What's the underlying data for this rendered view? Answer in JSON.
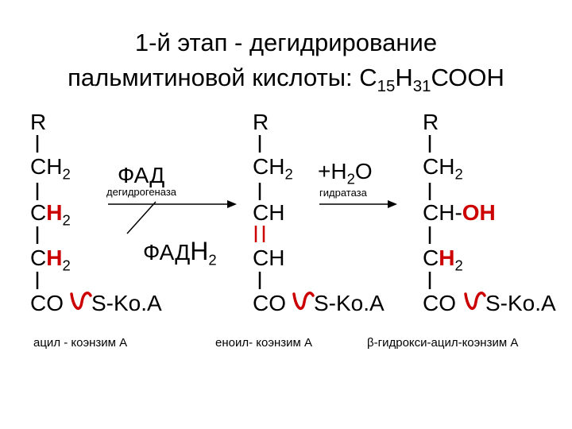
{
  "title": {
    "line1": "1-й этап   -   дегидрирование",
    "line2_text": "пальмитиновой кислоты:  С",
    "line2_sub1": "15",
    "line2_mid": "Н",
    "line2_sub2": "31",
    "line2_end": "СООН"
  },
  "col1": {
    "r": "R",
    "ch2_a_main": "CH",
    "ch2_a_sub": "2",
    "ch2_b_c": "C",
    "ch2_b_h": "H",
    "ch2_b_sub": "2",
    "ch2_c_c": "C",
    "ch2_c_h": "H",
    "ch2_c_sub": "2",
    "co": "CO",
    "s_koa": "S-Ko.A",
    "caption": "ацил - коэнзим А"
  },
  "step1": {
    "fad": "ФАД",
    "enzyme": "дегидрогеназа",
    "fadh2_text": "ФАД",
    "fadh2_h": "Н",
    "fadh2_sub": "2"
  },
  "col2": {
    "r": "R",
    "ch2_main": "CH",
    "ch2_sub": "2",
    "ch_a": "CH",
    "ch_b": "CH",
    "co": "CO",
    "s_koa": "S-Ko.A",
    "caption": "еноил- коэнзим А"
  },
  "step2": {
    "water_plus": "+H",
    "water_sub": "2",
    "water_o": "O",
    "enzyme": "гидратаза"
  },
  "col3": {
    "r": "R",
    "ch2_main": "CH",
    "ch2_sub": "2",
    "choh_ch": "CH-",
    "choh_oh": "OH",
    "ch2_c": "C",
    "ch2_h": "H",
    "ch2_b_sub": "2",
    "co": "CO",
    "s_koa": "S-Ko.A",
    "caption": "β-гидрокси-ацил-коэнзим А"
  },
  "colors": {
    "highlight": "#cc0000",
    "text": "#000000",
    "arrow": "#000000"
  }
}
